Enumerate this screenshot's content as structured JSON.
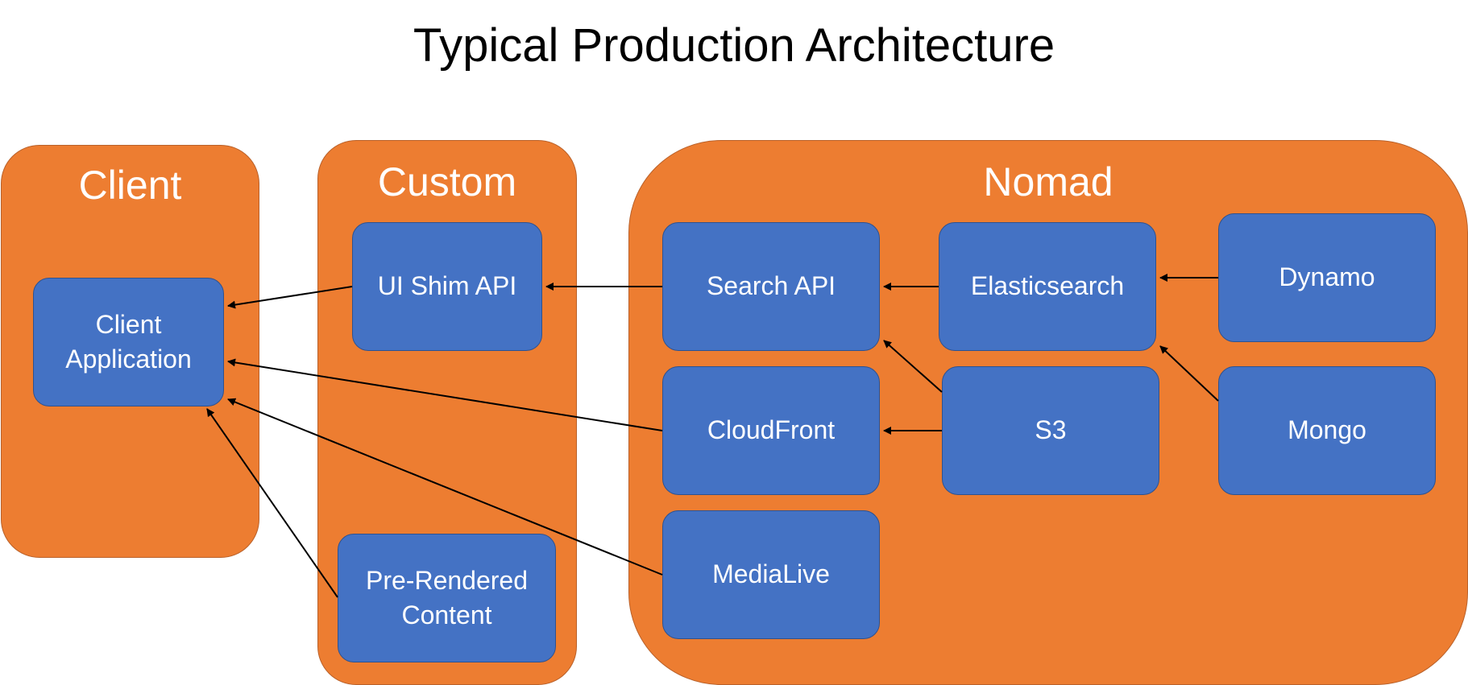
{
  "title": "Typical Production Architecture",
  "colors": {
    "group_fill": "#ED7D31",
    "node_fill": "#4472C4",
    "text": "#FFFFFF",
    "arrow": "#000000"
  },
  "groups": {
    "client": {
      "label": "Client"
    },
    "custom": {
      "label": "Custom"
    },
    "nomad": {
      "label": "Nomad"
    }
  },
  "nodes": {
    "client_application": {
      "line1": "Client",
      "line2": "Application"
    },
    "ui_shim_api": {
      "label": "UI Shim API"
    },
    "pre_rendered_content": {
      "line1": "Pre-Rendered",
      "line2": "Content"
    },
    "search_api": {
      "label": "Search API"
    },
    "elasticsearch": {
      "label": "Elasticsearch"
    },
    "dynamo": {
      "label": "Dynamo"
    },
    "cloudfront": {
      "label": "CloudFront"
    },
    "s3": {
      "label": "S3"
    },
    "mongo": {
      "label": "Mongo"
    },
    "medialive": {
      "label": "MediaLive"
    }
  },
  "edges": [
    {
      "from": "UI Shim API",
      "to": "Client Application"
    },
    {
      "from": "CloudFront",
      "to": "Client Application"
    },
    {
      "from": "MediaLive",
      "to": "Client Application"
    },
    {
      "from": "Pre-Rendered Content",
      "to": "Client Application"
    },
    {
      "from": "Search API",
      "to": "UI Shim API"
    },
    {
      "from": "Elasticsearch",
      "to": "Search API"
    },
    {
      "from": "S3",
      "to": "Search API"
    },
    {
      "from": "S3",
      "to": "CloudFront"
    },
    {
      "from": "Dynamo",
      "to": "Elasticsearch"
    },
    {
      "from": "Mongo",
      "to": "Elasticsearch"
    }
  ]
}
